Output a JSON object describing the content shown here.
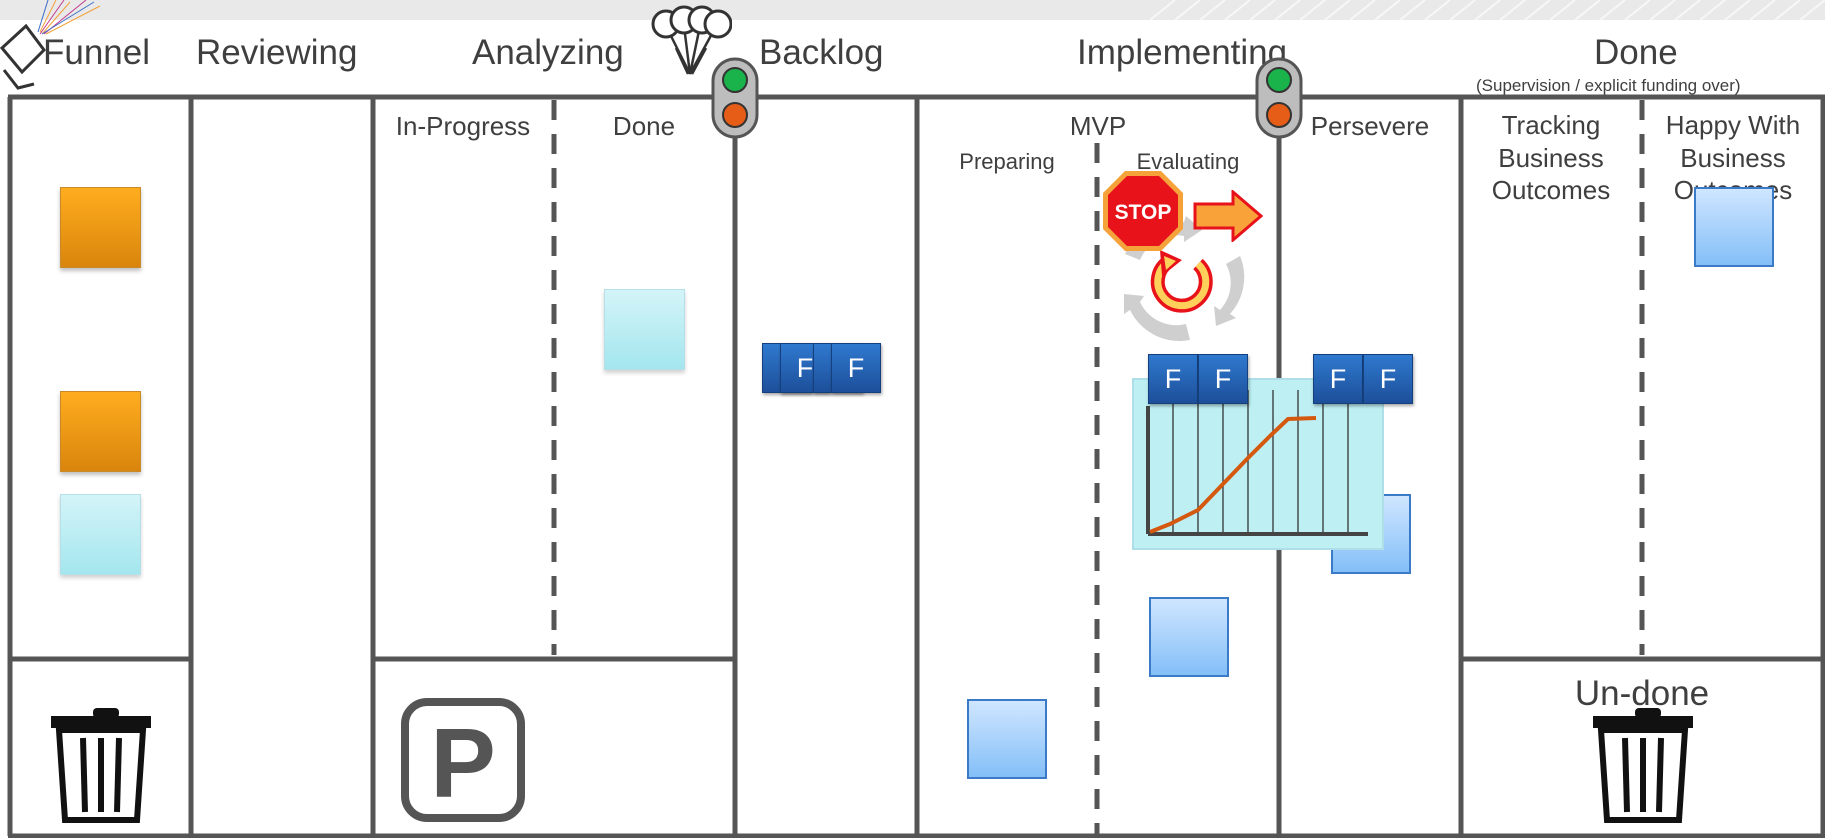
{
  "columns": {
    "funnel": "Funnel",
    "reviewing": "Reviewing",
    "analyzing": "Analyzing",
    "backlog": "Backlog",
    "implementing": "Implementing",
    "done": "Done",
    "done_note": "(Supervision / explicit funding over)"
  },
  "analyzing_sub": {
    "in_progress": "In-Progress",
    "done": "Done"
  },
  "implementing_sub": {
    "mvp": "MVP",
    "preparing": "Preparing",
    "evaluating": "Evaluating",
    "persevere": "Persevere"
  },
  "done_sub": {
    "tracking_line1": "Tracking",
    "tracking_line2": "Business",
    "tracking_line3": "Outcomes",
    "happy_line1": "Happy With",
    "happy_line2": "Business",
    "happy_line3": "Outcomes"
  },
  "undone_label": "Un-done",
  "stop_label": "STOP",
  "parking_label": "P",
  "feature_tile_label": "F",
  "icons": [
    "trash-icon",
    "parking-icon",
    "traffic-light-icon",
    "stop-sign-icon",
    "arrow-right-icon",
    "cycle-icon",
    "balloons-icon",
    "line-chart-icon"
  ],
  "colors": {
    "line": "#555555",
    "card_orange": "#f5a21a",
    "card_teal": "#b8eef3",
    "card_blue": "#9ccbf8",
    "feature_blue": "#2360b4",
    "stop_red": "#e8131a",
    "arrow_orange": "#f37c22",
    "light_green": "#19b24b",
    "light_red": "#e65d18"
  }
}
